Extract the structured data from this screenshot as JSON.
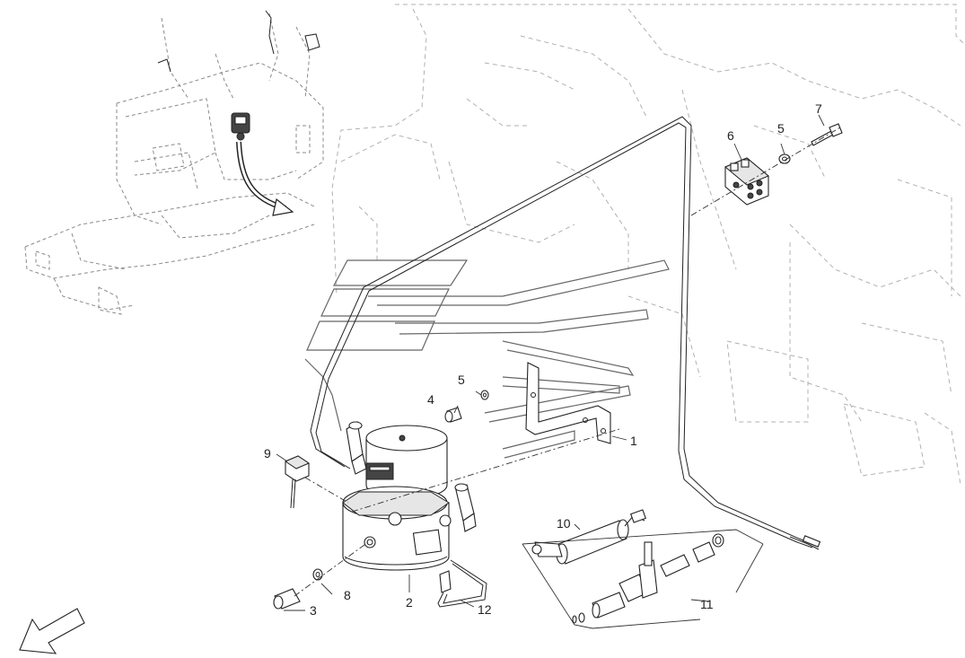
{
  "callouts": {
    "c1": "1",
    "c2": "2",
    "c3": "3",
    "c4": "4",
    "c5a": "5",
    "c5b": "5",
    "c6": "6",
    "c7": "7",
    "c8": "8",
    "c9": "9",
    "c10": "10",
    "c11": "11",
    "c12": "12"
  },
  "colors": {
    "line": "#222222",
    "ghost": "#8a8a8a",
    "watermark": "#666666"
  }
}
